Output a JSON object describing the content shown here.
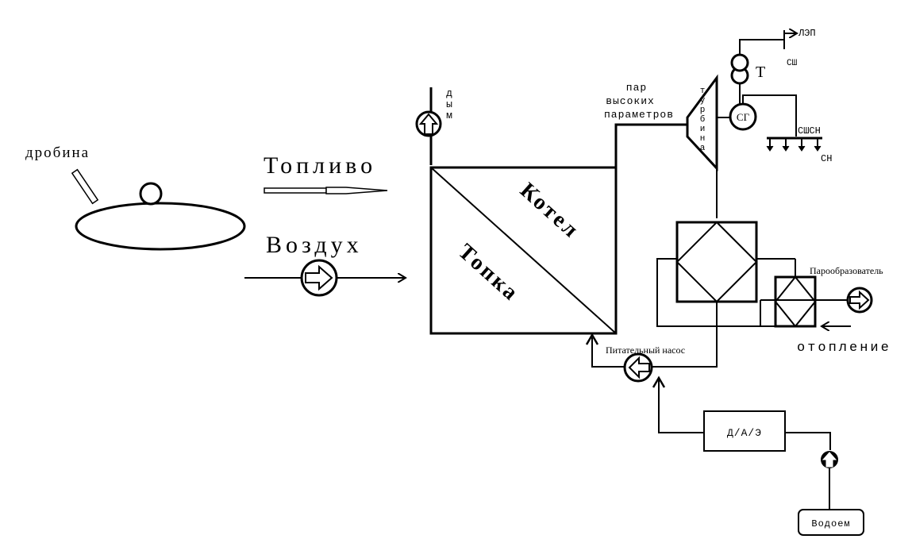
{
  "labels": {
    "drobina": "дробина",
    "toplivo": "Топливо",
    "vozdukh": "Воздух",
    "dym": "дым",
    "kotel": "Котел",
    "topka": "Топка",
    "par_line1": "пар",
    "par_line2": "высоких",
    "par_line3": "параметров",
    "turbina": "турбина",
    "sg": "СГ",
    "t": "Т",
    "lep": "ЛЭП",
    "ssh": "СШ",
    "sshsn": "СШСН",
    "sn": "СН",
    "paroobrazovatel": "Парообразователь",
    "otoplenie": "отопление",
    "pitatelny_nasos": "Питательный насос",
    "dae": "Д/А/Э",
    "vodoem": "Водоем"
  },
  "colors": {
    "line": "#000000",
    "background": "#ffffff"
  }
}
